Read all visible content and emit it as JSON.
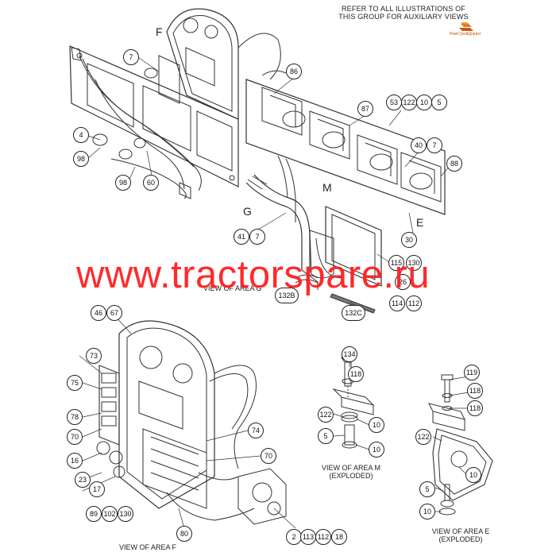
{
  "header": {
    "note_line1": "REFER TO ALL ILLUSTRATIONS OF",
    "note_line2": "THIS GROUP FOR AUXILIARY VIEWS",
    "logo_text": "РемСтройДорвзт"
  },
  "watermark": "www.tractorspare.ru",
  "letters": {
    "F": "F",
    "G": "G",
    "M": "M",
    "E": "E"
  },
  "views": {
    "area_g": "VIEW OF AREA G",
    "area_f": "VIEW OF AREA F",
    "area_m_line1": "VIEW OF AREA M",
    "area_m_line2": "(EXPLODED)",
    "area_e_line1": "VIEW OF AREA E",
    "area_e_line2": "(EXPLODED)"
  },
  "callouts": {
    "top": [
      "7",
      "86",
      "87",
      "53",
      "122",
      "10",
      "5",
      "4",
      "98",
      "98",
      "60",
      "40",
      "7",
      "88",
      "M",
      "41",
      "7",
      "30",
      "115",
      "130",
      "26",
      "114",
      "112",
      "132B",
      "132C"
    ],
    "area_f": [
      "46",
      "67",
      "73",
      "75",
      "78",
      "70",
      "16",
      "23",
      "17",
      "89",
      "102",
      "130",
      "74",
      "70",
      "80",
      "2",
      "113",
      "112",
      "18"
    ],
    "area_m": [
      "134",
      "118",
      "122",
      "10",
      "5",
      "10"
    ],
    "area_e": [
      "119",
      "118",
      "118",
      "122",
      "10",
      "5",
      "10"
    ]
  },
  "colors": {
    "line": "#333333",
    "watermark": "#ff1f1f",
    "logo": "#e07a20"
  }
}
